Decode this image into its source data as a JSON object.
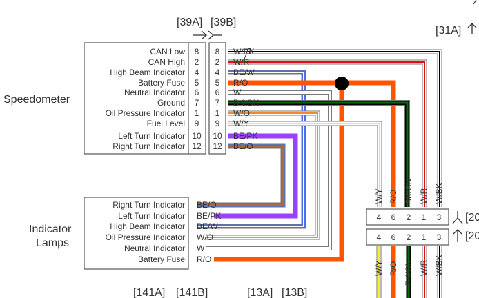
{
  "components": {
    "speedometer": {
      "name": "Speedometer",
      "connector_a": "[39A]",
      "connector_b": "[39B]",
      "pins": [
        {
          "label": "CAN Low",
          "pin": "8",
          "wire": "W/BK"
        },
        {
          "label": "CAN High",
          "pin": "2",
          "wire": "W/R"
        },
        {
          "label": "High Beam Indicator",
          "pin": "4",
          "wire": "BE/W"
        },
        {
          "label": "Battery Fuse",
          "pin": "5",
          "wire": "R/O"
        },
        {
          "label": "Neutral Indicator",
          "pin": "6",
          "wire": "W"
        },
        {
          "label": "Ground",
          "pin": "7",
          "wire": "BK/GN"
        },
        {
          "label": "Oil Pressure Indicator",
          "pin": "1",
          "wire": "W/O"
        },
        {
          "label": "Fuel Level",
          "pin": "9",
          "wire": "W/Y"
        },
        {
          "label": "Left Turn Indicator",
          "pin": "10",
          "wire": "BE/PK"
        },
        {
          "label": "Right Turn Indicator",
          "pin": "12",
          "wire": "BE/O"
        }
      ]
    },
    "indicator_lamps": {
      "name_line1": "Indicator",
      "name_line2": "Lamps",
      "pins": [
        {
          "label": "Right Turn Indicator",
          "wire": "BE/O"
        },
        {
          "label": "Left Turn Indicator",
          "wire": "BE/PK"
        },
        {
          "label": "High Beam Indicator",
          "wire": "BE/W"
        },
        {
          "label": "Oil Pressure Indicator",
          "wire": "W/O"
        },
        {
          "label": "Neutral Indicator",
          "wire": "W"
        },
        {
          "label": "Battery Fuse",
          "wire": "R/O"
        }
      ]
    },
    "connector_20": {
      "label_a": "[20",
      "label_b": "[20",
      "pins": [
        "4",
        "6",
        "2",
        "1",
        "3"
      ],
      "wires": [
        "W/Y",
        "R/O",
        "BK/GN",
        "W/R",
        "W/BK"
      ]
    },
    "connector_31a": "[31A]",
    "bottom_labels": [
      "[141A]",
      "[141B]",
      "[13A]",
      "[13B]"
    ]
  },
  "wire_colors": {
    "W/BK": {
      "base": "#ffffff",
      "tracer": "#000000"
    },
    "W/R": {
      "base": "#ffffff",
      "tracer": "#e01010"
    },
    "BE/W": {
      "base": "#4a6ee8",
      "tracer": "#ffffff"
    },
    "R/O": {
      "base": "#ff3300",
      "tracer": "#ff5500"
    },
    "W": {
      "base": "#ffffff",
      "tracer": "#ffffff"
    },
    "BK/GN": {
      "base": "#000000",
      "tracer": "#0a6a0a"
    },
    "W/O": {
      "base": "#ffffff",
      "tracer": "#f08a30"
    },
    "W/Y": {
      "base": "#ffffff",
      "tracer": "#f5f020"
    },
    "BE/PK": {
      "base": "#8a3cf0",
      "tracer": "#9a40ff"
    },
    "BE/O": {
      "base": "#4a6ee8",
      "tracer": "#b06a40"
    }
  }
}
